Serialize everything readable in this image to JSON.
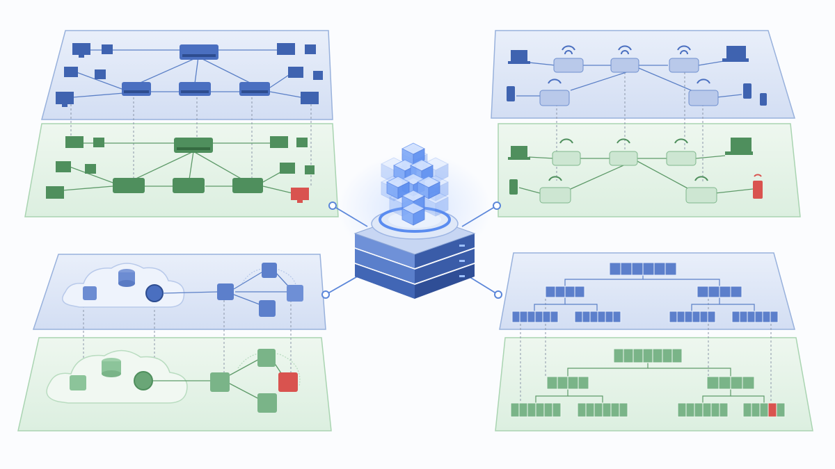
{
  "theme": {
    "background": "#fbfcfe",
    "blue_panel": "#dde7f7",
    "blue_edge": "#8fa8d6",
    "blue_node": "#4a6fc0",
    "blue_node_light": "#7f9bd9",
    "green_panel": "#e6f3e8",
    "green_edge": "#9fcfa8",
    "green_node": "#4f8f5d",
    "green_node_light": "#8cc49a",
    "fault": "#d9534f",
    "hub_glow": "#2f6fe6",
    "connector": "#5b86d9"
  },
  "central_hub": {
    "icon": "server-stack-icon",
    "crown_icon": "cube-tree-icon"
  },
  "quadrants": [
    {
      "id": "wired-lan",
      "icon": "wired-lan-network-icon",
      "fault_device": "desktop-icon"
    },
    {
      "id": "wireless",
      "icon": "wireless-network-icon",
      "fault_device": "phone-icon"
    },
    {
      "id": "cloud-mesh",
      "icon": "cloud-mesh-network-icon",
      "fault_device": "cube-node-icon"
    },
    {
      "id": "hierarchy",
      "icon": "hierarchical-tree-icon",
      "fault_device": "tree-cell"
    }
  ]
}
